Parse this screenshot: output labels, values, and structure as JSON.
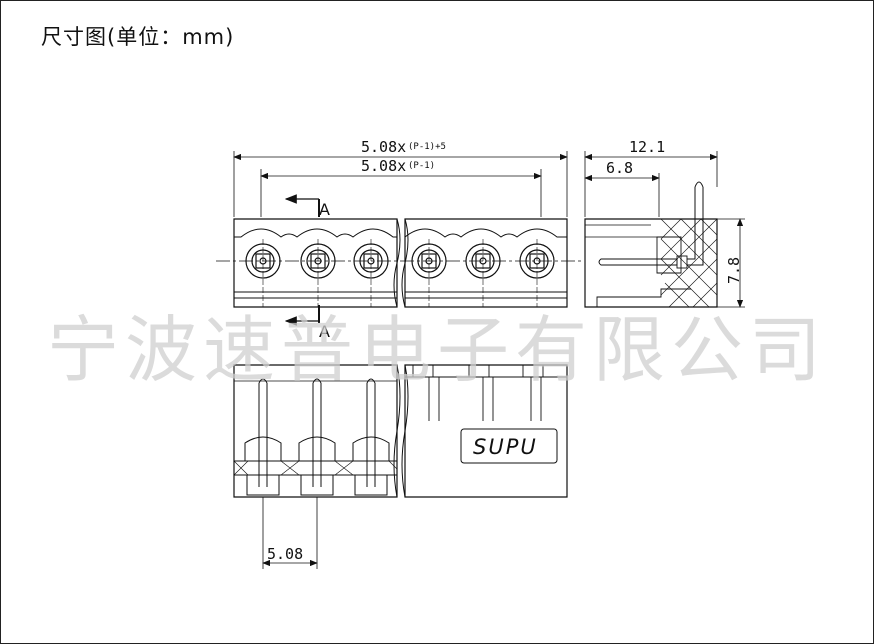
{
  "title": "尺寸图(单位：mm)",
  "watermark": "宁波速普电子有限公司",
  "dimensions": {
    "total_length": {
      "value": "5.08x",
      "suffix": "(P-1)+5"
    },
    "pitch_length": {
      "value": "5.08x",
      "suffix": "(P-1)"
    },
    "side_width": "12.1",
    "side_offset": "6.8",
    "height": "7.8",
    "pitch": "5.08"
  },
  "section_labels": [
    "A",
    "A"
  ],
  "brand_mark": "SUPU",
  "colors": {
    "line": "#111111",
    "watermark": "#cfcfcf"
  }
}
